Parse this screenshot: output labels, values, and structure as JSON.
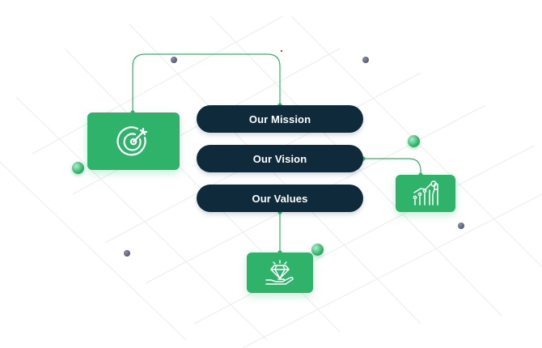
{
  "items": [
    {
      "label": "Our Mission"
    },
    {
      "label": "Our Vision"
    },
    {
      "label": "Our Values"
    }
  ],
  "cards": [
    {
      "icon": "target-icon"
    },
    {
      "icon": "growth-chart-icon"
    },
    {
      "icon": "diamond-hand-icon"
    }
  ],
  "colors": {
    "pill": "#0f2a3b",
    "card": "#2fb36b",
    "connector": "#2fb36b",
    "dot_gray": "#4a4e63",
    "dot_green": "#2fb36b"
  }
}
